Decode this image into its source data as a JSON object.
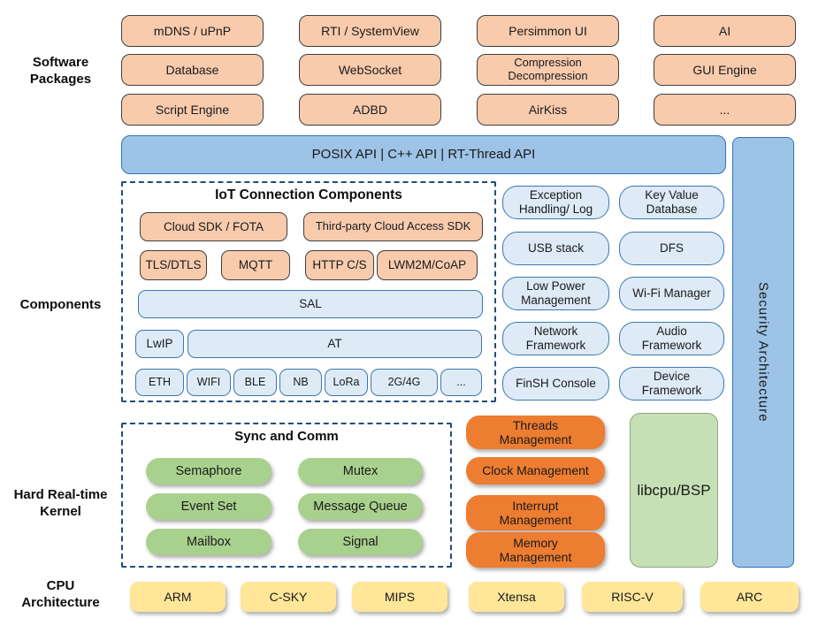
{
  "colors": {
    "package_fill": "#F8CBAD",
    "api_bar_fill": "#9DC3E6",
    "api_bar_border": "#2E75B6",
    "component_fill": "#DEEBF7",
    "dashed_border": "#1F4E79",
    "sync_fill": "#A9D18E",
    "mgmt_fill": "#ED7D31",
    "libcpu_fill": "#C5E0B4",
    "cpu_fill": "#FFE699"
  },
  "section_labels": {
    "software_packages": [
      "Software",
      "Packages"
    ],
    "components": "Components",
    "kernel": [
      "Hard Real-time",
      "Kernel"
    ],
    "cpu": [
      "CPU",
      "Architecture"
    ]
  },
  "software_packages": {
    "items": [
      "mDNS / uPnP",
      "RTI / SystemView",
      "Persimmon UI",
      "AI",
      "Database",
      "WebSocket",
      "Compression Decompression",
      "GUI Engine",
      "Script Engine",
      "ADBD",
      "AirKiss",
      "..."
    ]
  },
  "api_bar": {
    "label": "POSIX API | C++ API | RT-Thread API"
  },
  "security_bar": {
    "label": "Security Architecture"
  },
  "iot": {
    "title": "IoT Connection Components",
    "sdk_row": [
      "Cloud SDK / FOTA",
      "Third-party Cloud Access SDK"
    ],
    "protocol_row": [
      "TLS/DTLS",
      "MQTT",
      "HTTP C/S",
      "LWM2M/CoAP"
    ],
    "sal": "SAL",
    "lwip": "LwIP",
    "at": "AT",
    "link_row": [
      "ETH",
      "WIFI",
      "BLE",
      "NB",
      "LoRa",
      "2G/4G",
      "..."
    ]
  },
  "component_boxes": [
    "Exception Handling/ Log",
    "Key Value Database",
    "USB stack",
    "DFS",
    "Low Power Management",
    "Wi-Fi Manager",
    "Network Framework",
    "Audio Framework",
    "FinSH Console",
    "Device Framework"
  ],
  "kernel": {
    "sync_title": "Sync and Comm",
    "sync_items": [
      "Semaphore",
      "Mutex",
      "Event Set",
      "Message Queue",
      "Mailbox",
      "Signal"
    ],
    "mgmt_items": [
      "Threads Management",
      "Clock Management",
      "Interrupt Management",
      "Memory Management"
    ],
    "libcpu": "libcpu/BSP"
  },
  "cpu": {
    "items": [
      "ARM",
      "C-SKY",
      "MIPS",
      "Xtensa",
      "RISC-V",
      "ARC"
    ]
  }
}
